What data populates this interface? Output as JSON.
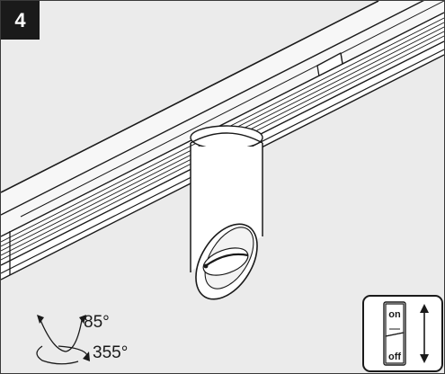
{
  "step": {
    "number": "4"
  },
  "adjustment": {
    "tilt_angle": "85°",
    "rotation_angle": "355°"
  },
  "switch": {
    "on_label": "on",
    "off_label": "off"
  },
  "colors": {
    "background": "#ebebeb",
    "line": "#1a1a1a",
    "badge": "#1a1a1a",
    "fixture": "#ffffff"
  }
}
